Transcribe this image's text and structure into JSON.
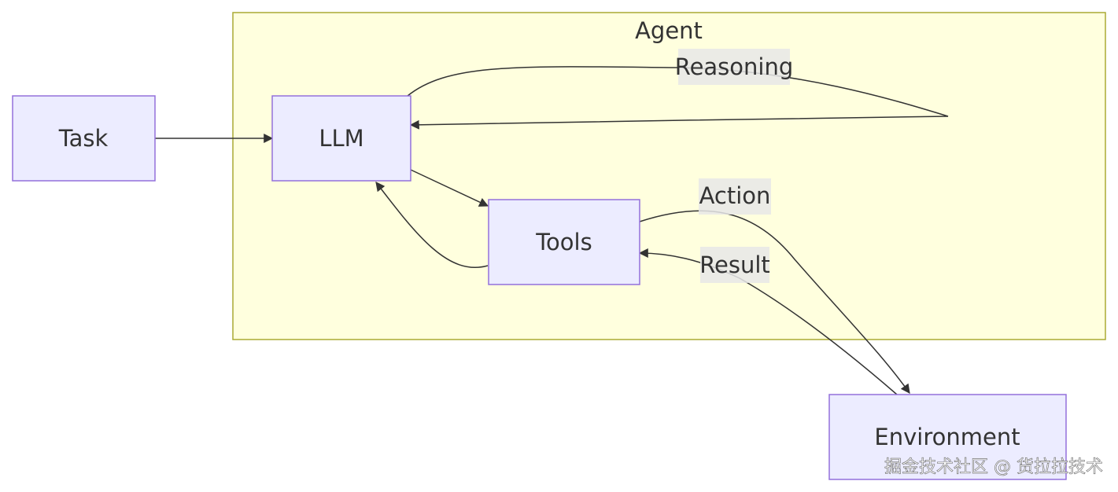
{
  "colors": {
    "node_fill": "#ececff",
    "node_stroke": "#9370db",
    "cluster_fill": "#ffffde",
    "cluster_stroke": "#aaaa33",
    "edge_stroke": "#333333",
    "edge_label_bg": "#e8e8e8",
    "text": "#333333"
  },
  "cluster": {
    "title": "Agent"
  },
  "nodes": {
    "task": "Task",
    "llm": "LLM",
    "tools": "Tools",
    "environment": "Environment"
  },
  "edge_labels": {
    "reasoning": "Reasoning",
    "action": "Action",
    "result": "Result"
  },
  "watermark": "掘金技术社区 @ 货拉拉技术"
}
